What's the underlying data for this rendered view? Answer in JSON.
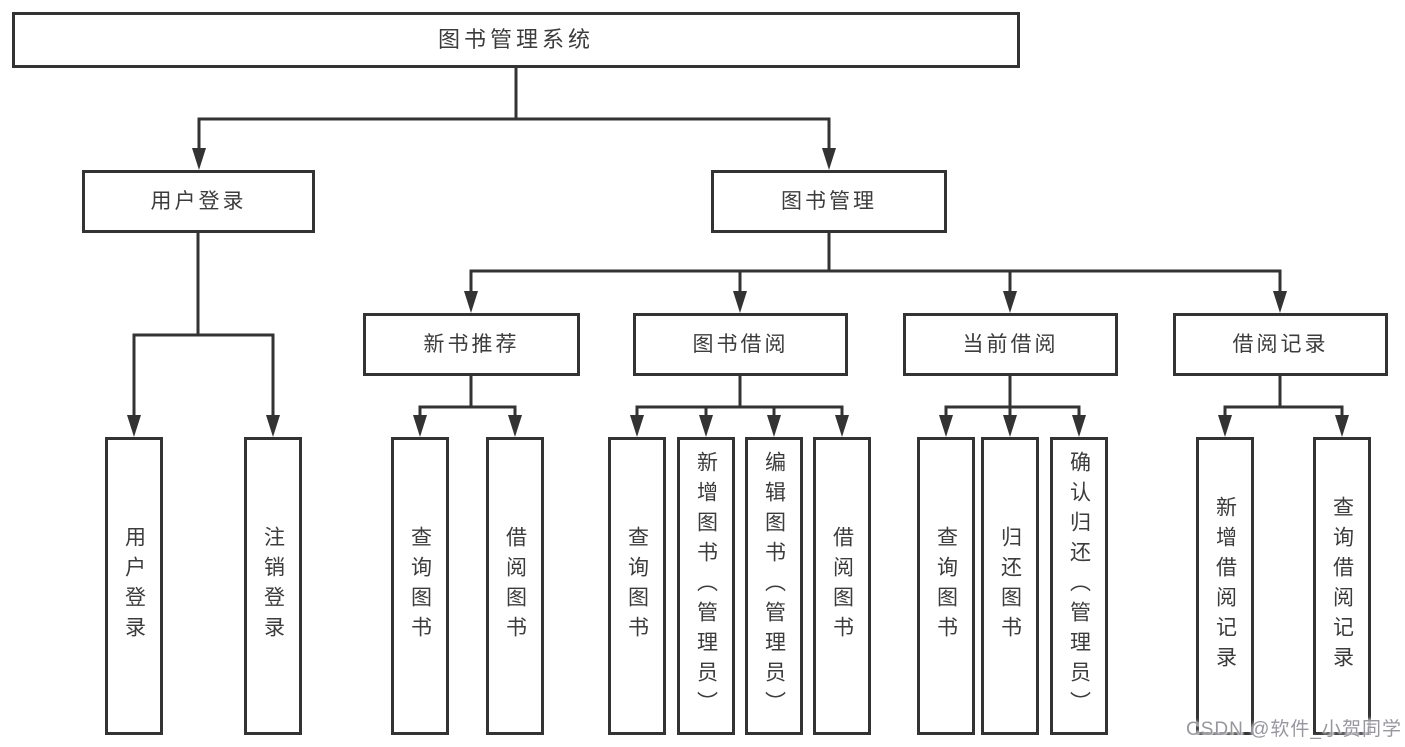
{
  "diagram": {
    "root": {
      "label": "图书管理系统"
    },
    "branches": [
      {
        "label": "用户登录",
        "children": [
          {
            "label": "用户登录"
          },
          {
            "label": "注销登录"
          }
        ]
      },
      {
        "label": "图书管理",
        "children": [
          {
            "label": "新书推荐",
            "children": [
              {
                "label": "查询图书"
              },
              {
                "label": "借阅图书"
              }
            ]
          },
          {
            "label": "图书借阅",
            "children": [
              {
                "label": "查询图书"
              },
              {
                "label": "新增图书（管理员）"
              },
              {
                "label": "编辑图书（管理员）"
              },
              {
                "label": "借阅图书"
              }
            ]
          },
          {
            "label": "当前借阅",
            "children": [
              {
                "label": "查询图书"
              },
              {
                "label": "归还图书"
              },
              {
                "label": "确认归还（管理员）"
              }
            ]
          },
          {
            "label": "借阅记录",
            "children": [
              {
                "label": "新增借阅记录"
              },
              {
                "label": "查询借阅记录"
              }
            ]
          }
        ]
      }
    ]
  },
  "watermark": {
    "text": "CSDN @软件_小贺同学"
  },
  "colors": {
    "line": "#333333",
    "box_border": "#333333",
    "text": "#3c3c3c",
    "watermark": "#97979f",
    "background": "#ffffff"
  }
}
